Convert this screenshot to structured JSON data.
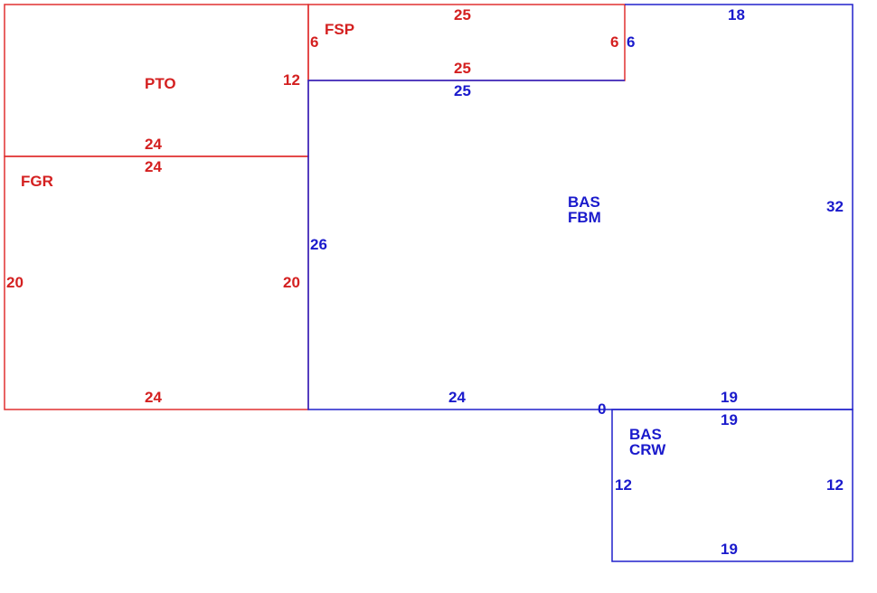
{
  "colors": {
    "red": "#d42020",
    "blue": "#1a1acc"
  },
  "areas": {
    "pto": {
      "code": "PTO",
      "top": "24",
      "right": "12"
    },
    "fsp": {
      "code": "FSP",
      "top": "25",
      "bottom": "25",
      "left": "6",
      "right": "6"
    },
    "fgr": {
      "code": "FGR",
      "top": "24",
      "bottom": "24",
      "left": "20",
      "right": "20"
    },
    "bas_main": {
      "code1": "BAS",
      "code2": "FBM",
      "top": "18",
      "inner_top": "25",
      "left": "26",
      "right": "32",
      "notch": "6",
      "bottom_left": "24",
      "bottom_right": "19",
      "corner": "0"
    },
    "bas_crw": {
      "code1": "BAS",
      "code2": "CRW",
      "top": "19",
      "bottom": "19",
      "left": "12",
      "right": "12"
    }
  }
}
